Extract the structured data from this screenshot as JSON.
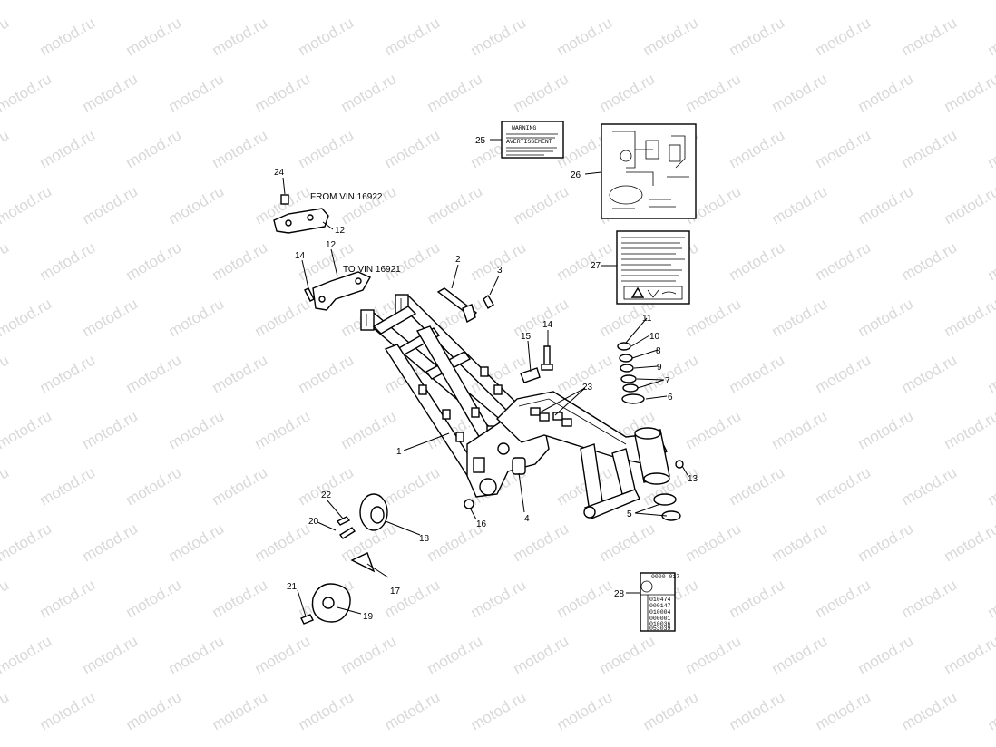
{
  "watermark": "motod.ru",
  "notes": {
    "from_vin": "FROM VIN 16922",
    "to_vin": "TO VIN 16921"
  },
  "callouts": {
    "c1": "1",
    "c2": "2",
    "c3": "3",
    "c4": "4",
    "c5": "5",
    "c6": "6",
    "c7": "7",
    "c8": "8",
    "c9": "9",
    "c10": "10",
    "c11": "11",
    "c12a": "12",
    "c12b": "12",
    "c13": "13",
    "c14a": "14",
    "c14b": "14",
    "c15": "15",
    "c16": "16",
    "c17": "17",
    "c18": "18",
    "c19": "19",
    "c20": "20",
    "c21": "21",
    "c22": "22",
    "c23": "23",
    "c24": "24",
    "c25": "25",
    "c26": "26",
    "c27": "27",
    "c28": "28"
  },
  "label25": {
    "heading1": "WARNING",
    "heading2": "AVERTISSEMENT"
  },
  "label28": {
    "header": "0000 017",
    "rows": [
      "010474",
      "000147",
      "010004",
      "000001",
      "010036",
      "053039"
    ]
  }
}
